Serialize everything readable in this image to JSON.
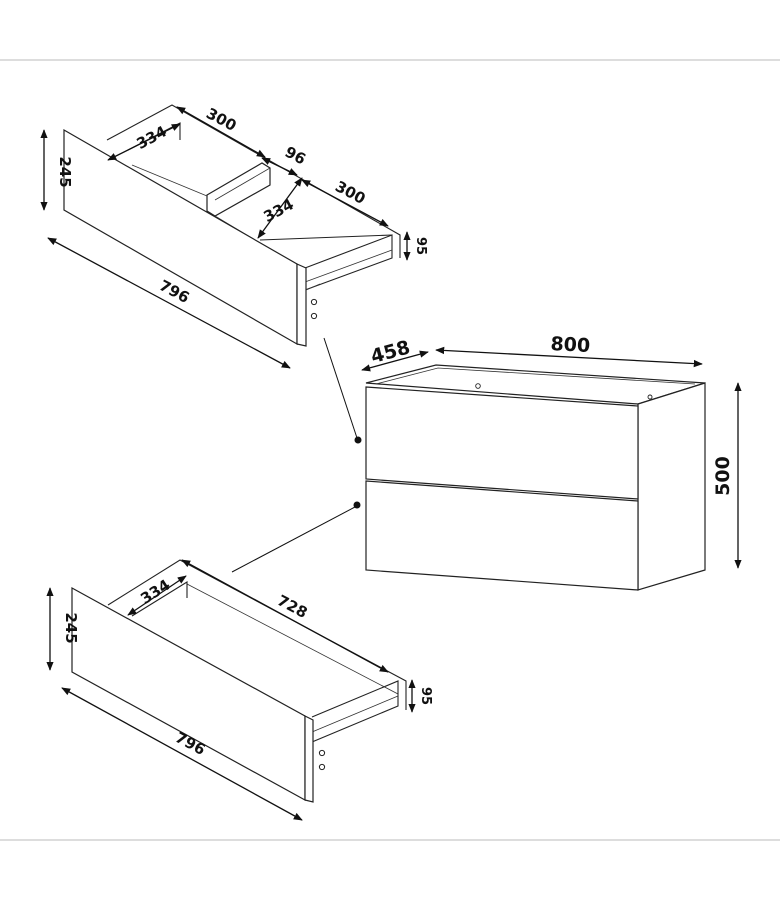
{
  "upper_drawer": {
    "height": "245",
    "front_width": "796",
    "depth_left": "334",
    "width_left": "300",
    "gap": "96",
    "depth_right": "334",
    "width_right": "300",
    "inner_height": "95"
  },
  "cabinet": {
    "depth": "458",
    "width": "800",
    "height": "500"
  },
  "lower_drawer": {
    "height": "245",
    "front_width": "796",
    "depth": "334",
    "inner_width": "728",
    "inner_height": "95"
  }
}
